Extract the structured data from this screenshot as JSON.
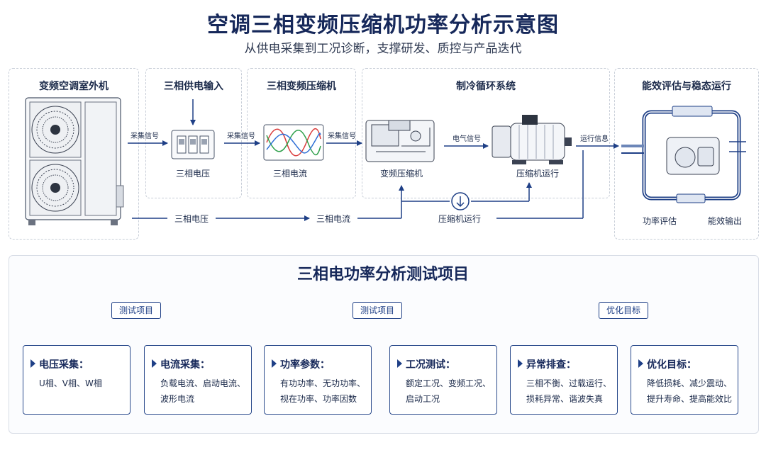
{
  "header": {
    "title": "空调三相变频压缩机功率分析示意图",
    "subtitle": "从供电采集到工况诊断，支撑研发、质控与产品迭代"
  },
  "panels": {
    "outdoor_unit": "变频空调室外机",
    "supply_input": "三相供电输入",
    "compressor": "三相变频压缩机",
    "refrigeration": "制冷循环系统",
    "efficiency": "能效评估与稳态运行"
  },
  "flow": {
    "collect_signal_1": "采集信号",
    "collect_signal_2": "采集信号",
    "collect_signal_3": "采集信号",
    "electric_signal": "电气信号",
    "run_info": "运行信息",
    "voltage_label": "三相电压",
    "current_label": "三相电流",
    "vfd_compressor": "变频压缩机",
    "compressor_running": "压缩机运行",
    "bottom_voltage": "三相电压",
    "bottom_current": "三相电流",
    "bottom_compressor_running": "压缩机运行",
    "power_eval": "功率评估",
    "efficiency_output": "能效输出"
  },
  "colors": {
    "navy": "#16285a",
    "accent": "#1e3f86",
    "wave_red": "#d93a3a",
    "wave_green": "#2ea04a",
    "wave_blue": "#2f6fd6"
  },
  "test_section": {
    "title": "三相电功率分析测试项目",
    "tags": [
      "测试项目",
      "测试项目",
      "优化目标"
    ],
    "cards": [
      {
        "title": "电压采集：",
        "body": "U相、V相、W相"
      },
      {
        "title": "电流采集：",
        "body": "负载电流、启动电流、波形电流"
      },
      {
        "title": "功率参数：",
        "body": "有功功率、无功功率、视在功率、功率因数"
      },
      {
        "title": "工况测试：",
        "body": "额定工况、变频工况、启动工况"
      },
      {
        "title": "异常排查：",
        "body": "三相不衡、过载运行、损耗异常、谐波失真"
      },
      {
        "title": "优化目标：",
        "body": "降低损耗、减少震动、提升寿命、提高能效比"
      }
    ]
  }
}
